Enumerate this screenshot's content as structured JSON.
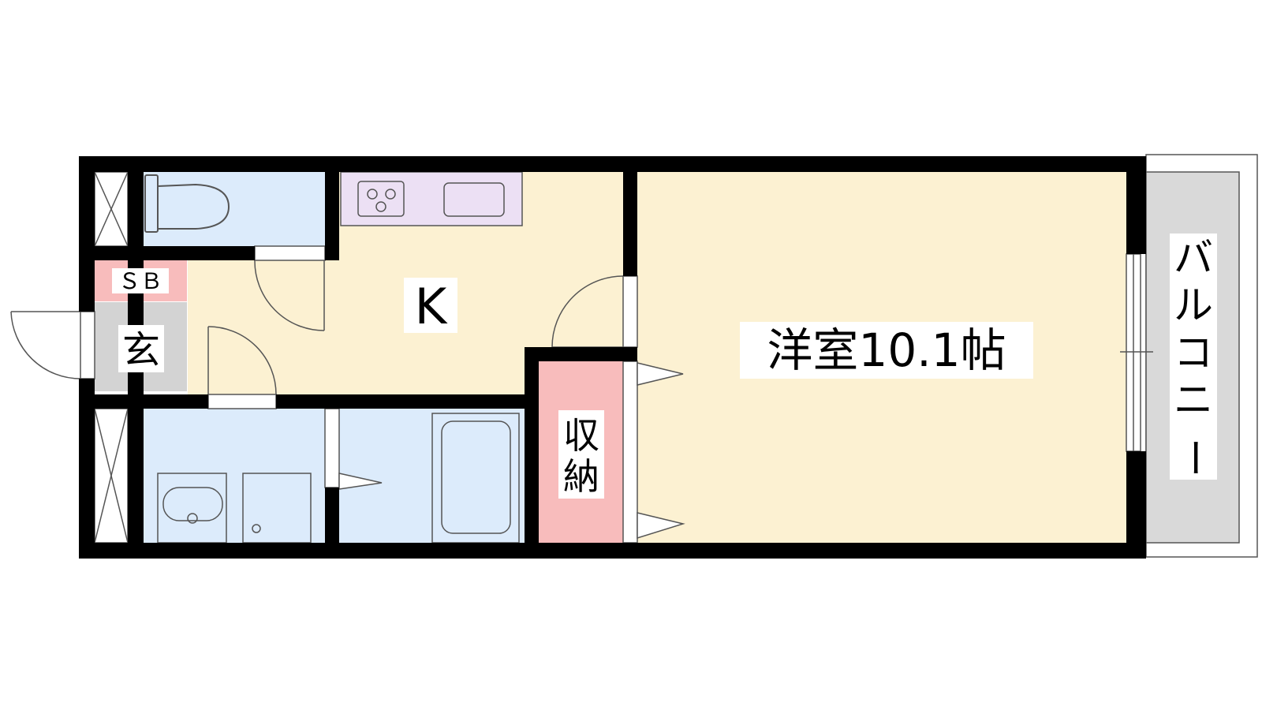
{
  "rooms": {
    "kitchen_label": "K",
    "western_room_label": "洋室10.1帖",
    "closet_char_1": "収",
    "closet_char_2": "納",
    "shoe_box_label": "ＳＢ",
    "entrance_label": "玄",
    "balcony_chars": [
      "バ",
      "ル",
      "コ",
      "ニ",
      "ー"
    ]
  },
  "colors": {
    "wall": "#000000",
    "wet_area": "#dcebfb",
    "living_area": "#fcf1d2",
    "kitchen_counter": "#ece0f4",
    "storage_pink": "#f8bcbc",
    "entrance_gray": "#d3d3d3",
    "balcony_gray": "#d9d9d9",
    "fixture_stroke": "#555555"
  }
}
